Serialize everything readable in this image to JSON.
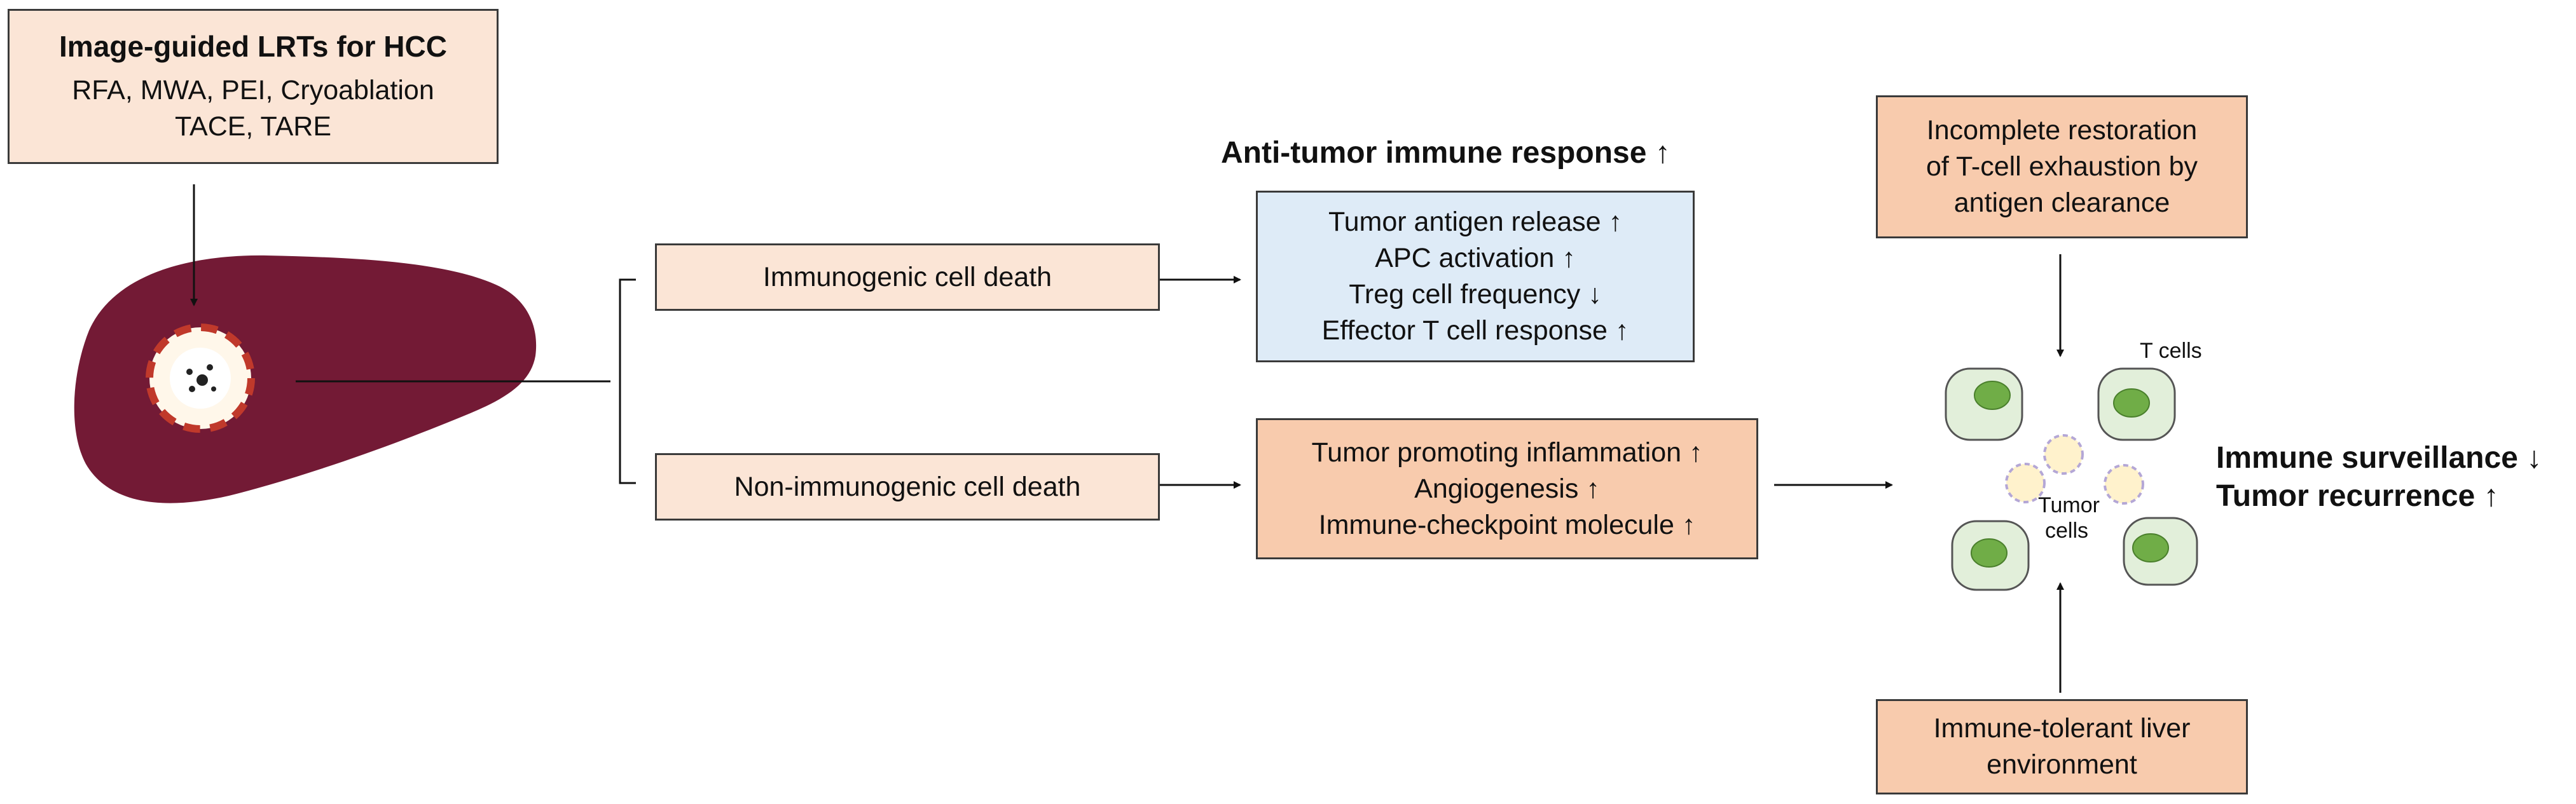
{
  "lrt_box": {
    "title": "Image-guided LRTs for HCC",
    "line1": "RFA, MWA, PEI, Cryoablation",
    "line2": "TACE, TARE"
  },
  "branches": {
    "immunogenic": "Immunogenic cell death",
    "non_immunogenic": "Non-immunogenic cell death"
  },
  "anti_tumor": {
    "heading": "Anti-tumor immune response ↑",
    "items": [
      "Tumor antigen release ↑",
      "APC activation ↑",
      "Treg cell frequency ↓",
      "Effector T cell response ↑"
    ]
  },
  "pro_tumor": {
    "items": [
      "Tumor promoting inflammation ↑",
      "Angiogenesis ↑",
      "Immune-checkpoint molecule ↑"
    ]
  },
  "exhaustion_box": {
    "lines": [
      "Incomplete restoration",
      "of T-cell exhaustion by",
      "antigen clearance"
    ]
  },
  "liver_env_box": {
    "lines": [
      "Immune-tolerant liver",
      "environment"
    ]
  },
  "cell_labels": {
    "t_cells": "T cells",
    "tumor_line1": "Tumor",
    "tumor_line2": "cells"
  },
  "outcome": {
    "line1": "Immune surveillance ↓",
    "line2": "Tumor recurrence ↑"
  },
  "colors": {
    "liver": "#731a35",
    "box_peach": "#fbe5d6",
    "box_orange": "#f8cbad",
    "box_blue": "#deebf7",
    "t_cell_fill": "#e2efda",
    "t_cell_nucleus": "#70ad47",
    "tumor_cell_fill": "#fff2cc",
    "tumor_cell_border": "#b4a7d6"
  }
}
